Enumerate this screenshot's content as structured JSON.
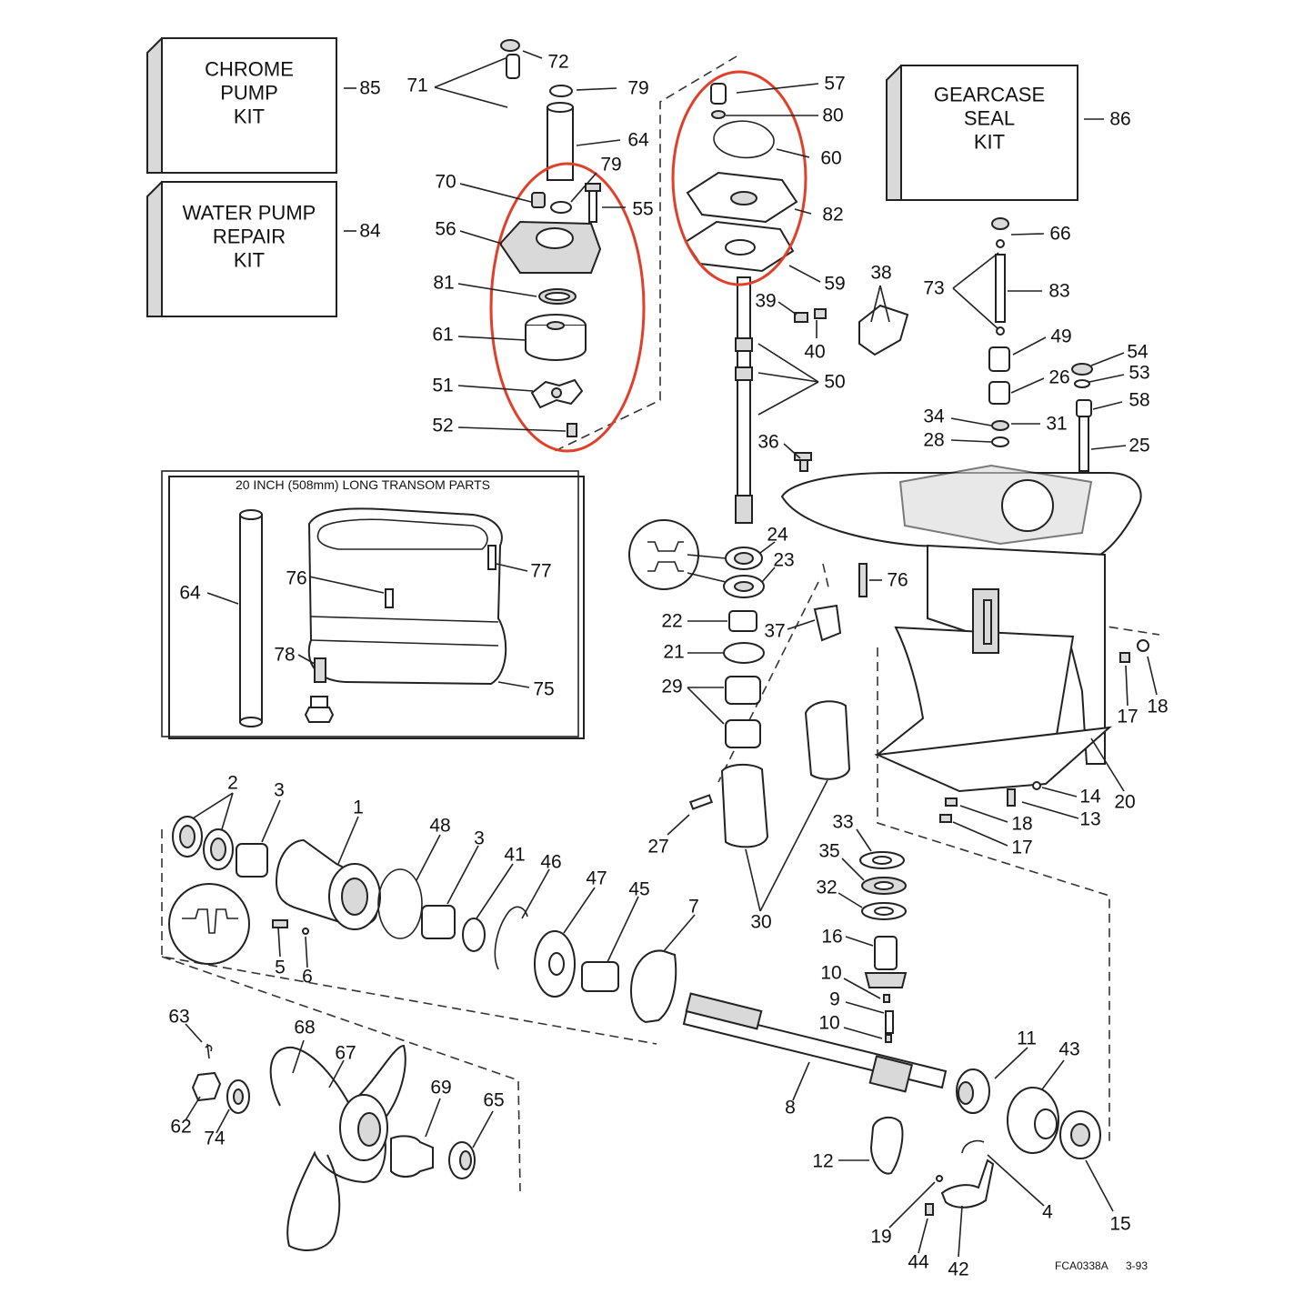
{
  "colors": {
    "highlight": "#e0402a",
    "ink": "#222222"
  },
  "kits": [
    {
      "id": "85",
      "lines": [
        "CHROME",
        "PUMP",
        "KIT"
      ]
    },
    {
      "id": "84",
      "lines": [
        "WATER PUMP",
        "REPAIR",
        "KIT"
      ]
    },
    {
      "id": "86",
      "lines": [
        "GEARCASE",
        "SEAL",
        "KIT"
      ]
    }
  ],
  "inset": {
    "title": "20 INCH (508mm) LONG TRANSOM PARTS"
  },
  "drawing_code": {
    "code": "FCA0338A",
    "date": "3-93"
  },
  "callouts": [
    "72",
    "71",
    "79",
    "64",
    "79",
    "70",
    "55",
    "56",
    "81",
    "61",
    "51",
    "52",
    "57",
    "80",
    "60",
    "82",
    "59",
    "85",
    "84",
    "86",
    "66",
    "73",
    "83",
    "49",
    "54",
    "53",
    "26",
    "58",
    "34",
    "31",
    "28",
    "25",
    "38",
    "39",
    "40",
    "50",
    "36",
    "24",
    "23",
    "76",
    "22",
    "37",
    "21",
    "29",
    "64",
    "76",
    "77",
    "78",
    "75",
    "17",
    "18",
    "20",
    "14",
    "13",
    "18",
    "17",
    "2",
    "3",
    "1",
    "48",
    "3",
    "41",
    "46",
    "47",
    "45",
    "7",
    "5",
    "6",
    "27",
    "30",
    "33",
    "35",
    "32",
    "16",
    "10",
    "9",
    "10",
    "63",
    "68",
    "67",
    "62",
    "74",
    "69",
    "65",
    "8",
    "11",
    "43",
    "12",
    "4",
    "15",
    "19",
    "44",
    "42"
  ]
}
